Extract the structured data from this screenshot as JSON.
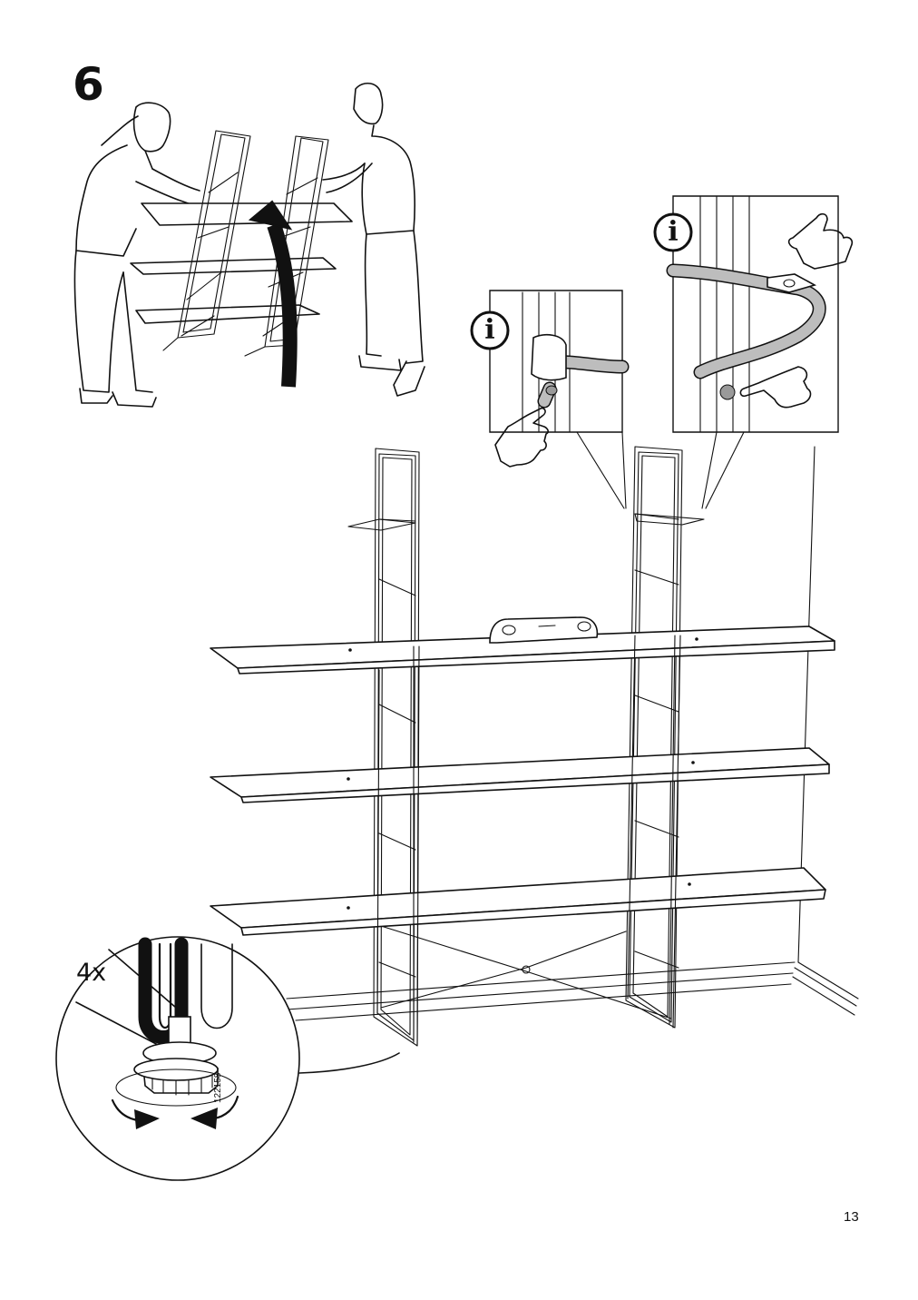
{
  "step": {
    "number": "6"
  },
  "details": {
    "info_glyph": "i",
    "info_icon": "info-circle-icon"
  },
  "foot_detail": {
    "quantity": "4x",
    "part_code": "122158"
  },
  "footer": {
    "page_number": "13"
  }
}
